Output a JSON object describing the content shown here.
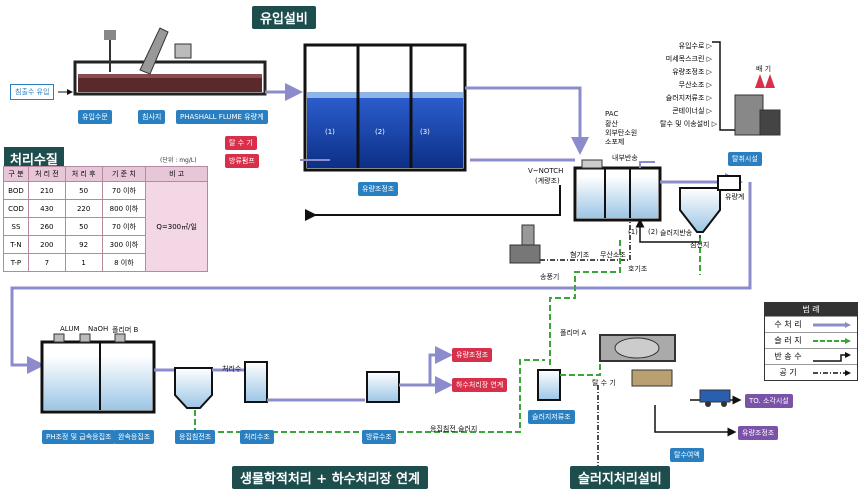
{
  "headers": {
    "inflow": "유입설비",
    "bio": "생물학적처리 + 하수처리장 연계",
    "sludge": "슬러지처리설비"
  },
  "labels": {
    "inflow_box": "침출수 유입",
    "inflow_gate": "유입수문",
    "grit": "침사지",
    "flume": "PHASHALL FLUME 유량계",
    "desorb": "탈 수 기",
    "return_pump": "방류펌프",
    "eq_tank": "유량조정조",
    "tank1": "(1)",
    "tank2": "(2)",
    "tank3": "(3)",
    "vnotch": "V~NOTCH",
    "vnotch_sub": "(계량조)",
    "pac": "PAC",
    "sulfur": "황산",
    "carbon": "외부탄소원",
    "antifoam": "소포제",
    "internal_return": "내부반송",
    "flowmeter": "유량계",
    "sludge_return": "슬러지반송",
    "settling": "침전지",
    "num1": "(1)",
    "num2": "(2)",
    "denit": "호기조",
    "anox": "무산소조",
    "anaerobic": "혐기조",
    "blower": "송풍기",
    "alum": "ALUM",
    "naoh": "NaOH",
    "polymer_b": "폴리머 B",
    "ph_tank": "PH조정 및 급속응집조",
    "slow_mix": "완속응집조",
    "coag_settle": "응집침전조",
    "treated": "처리수조",
    "treated_in": "처리수",
    "discharge": "방류수조",
    "to_eq": "유량조정조",
    "to_sewer": "하수처리장 연계",
    "coag_sludge": "응집침전 슬러지",
    "sludge_storage": "슬러지저류조",
    "polymer_a": "폴리머 A",
    "dewater": "탈 수 기",
    "cake": "탈수여액",
    "to_site": "TO. 소각시설",
    "to_eq2": "유량조정조",
    "deodor": "탈취시설",
    "exhaust": "배 기",
    "odor_items": [
      "유입수로",
      "미세목스크린",
      "유량조정조",
      "무산소조",
      "슬러지저류조",
      "콘테이너실",
      "탈수 및 이송설비"
    ]
  },
  "quality": {
    "title": "처리수질",
    "unit": "(단위 : mg/L)",
    "columns": [
      "구 분",
      "처 리 전",
      "처 리 후",
      "기 준 치",
      "비 고"
    ],
    "rows": [
      [
        "BOD",
        "210",
        "50",
        "70 이하"
      ],
      [
        "COD",
        "430",
        "220",
        "800 이하"
      ],
      [
        "SS",
        "260",
        "50",
        "70 이하"
      ],
      [
        "T-N",
        "200",
        "92",
        "300 이하"
      ],
      [
        "T-P",
        "7",
        "1",
        "8 이하"
      ]
    ],
    "note": "Q=300㎥/일"
  },
  "legend": {
    "title": "범   례",
    "items": [
      "수 처 리",
      "슬 러 지",
      "반 송 수",
      "공   기"
    ]
  },
  "colors": {
    "water": "#8c8ccc",
    "sludge": "#3aa63a",
    "return": "#111111",
    "air": "#111111",
    "header": "#1e4d4d",
    "blue": "#2a7fc0",
    "red": "#d8304a",
    "purple": "#7a52a8"
  }
}
